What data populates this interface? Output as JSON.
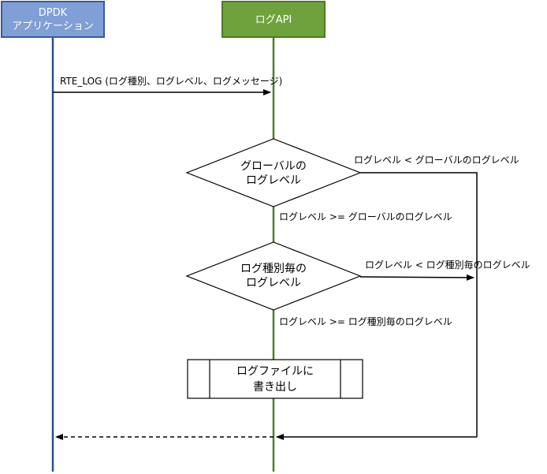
{
  "participants": {
    "app": {
      "line1": "DPDK",
      "line2": "アプリケーション",
      "fill": "#7f9fd6",
      "stroke": "#3a5a9a"
    },
    "log_api": {
      "label": "ログAPI",
      "fill": "#6fa23c",
      "stroke": "#4d7a26"
    }
  },
  "colors": {
    "app_lifeline": "#2f4f8f",
    "api_lifeline": "#4f7f2a"
  },
  "messages": {
    "call": "RTE_LOG (ログ種別、ログレベル、ログメッセージ)"
  },
  "decisions": {
    "global": {
      "line1": "グローバルの",
      "line2": "ログレベル",
      "no_label": "ログレベル < グローバルのログレベル",
      "yes_label": "ログレベル >= グローバルのログレベル"
    },
    "per_type": {
      "line1": "ログ種別毎の",
      "line2": "ログレベル",
      "no_label": "ログレベル < ログ種別毎のログレベル",
      "yes_label": "ログレベル >= ログ種別毎のログレベル"
    }
  },
  "process": {
    "line1": "ログファイルに",
    "line2": "書き出し"
  }
}
